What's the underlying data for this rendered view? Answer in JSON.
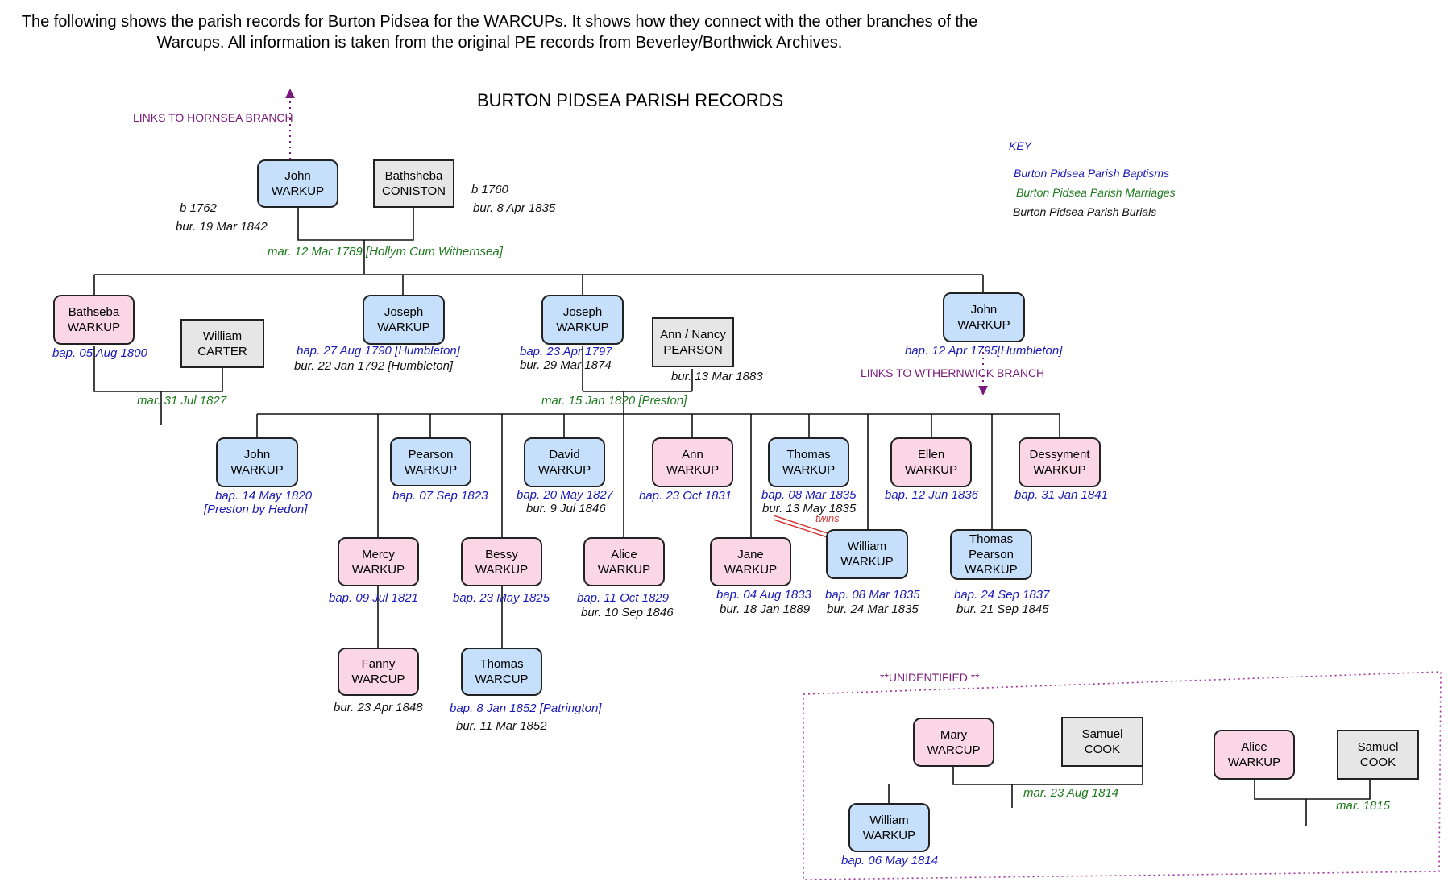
{
  "intro": {
    "line1": "The following shows the parish records for Burton Pidsea for the WARCUPs. It shows how they connect with the other branches of the",
    "line2": "Warcups. All information is taken from the original PE records from Beverley/Borthwick Archives."
  },
  "title": "BURTON PIDSEA PARISH RECORDS",
  "links": {
    "hornsea": "LINKS TO HORNSEA BRANCH",
    "withernwick": "LINKS TO WTHERNWICK BRANCH",
    "unidentified": "**UNIDENTIFIED **"
  },
  "key": {
    "title": "KEY",
    "baptisms": "Burton Pidsea Parish Baptisms",
    "marriages": "Burton Pidsea Parish Marriages",
    "burials": "Burton Pidsea Parish Burials"
  },
  "colors": {
    "male": "#c6e0fb",
    "female": "#fbd7e5",
    "spouse": "#e6e6e6",
    "baptism": "#1a1ab8",
    "marriage": "#1e7a1e",
    "burial": "#111111",
    "link": "#7a1a7a",
    "twins": "#d03a3a"
  },
  "people": {
    "john_sr": {
      "first": "John",
      "last": "WARKUP",
      "sex": "male",
      "born": "b 1762",
      "buried": "bur. 19 Mar 1842"
    },
    "bathsheba_coniston": {
      "first": "Bathsheba",
      "last": "CONISTON",
      "sex": "spouse",
      "born": "b 1760",
      "buried": "bur. 8 Apr 1835"
    },
    "bathseba": {
      "first": "Bathseba",
      "last": "WARKUP",
      "sex": "female",
      "baptised": "bap. 05 Aug 1800"
    },
    "william_carter": {
      "first": "William",
      "last": "CARTER",
      "sex": "spouse"
    },
    "joseph_1790": {
      "first": "Joseph",
      "last": "WARKUP",
      "sex": "male",
      "baptised": "bap. 27 Aug 1790 [Humbleton]",
      "buried": "bur. 22 Jan 1792 [Humbleton]"
    },
    "joseph_1797": {
      "first": "Joseph",
      "last": "WARKUP",
      "sex": "male",
      "baptised": "bap. 23 Apr 1797",
      "buried": "bur. 29 Mar 1874"
    },
    "ann_pearson": {
      "first": "Ann / Nancy",
      "last": "PEARSON",
      "sex": "spouse",
      "buried": "bur. 13 Mar 1883"
    },
    "john_1795": {
      "first": "John",
      "last": "WARKUP",
      "sex": "male",
      "baptised": "bap. 12 Apr 1795[Humbleton]"
    },
    "john_1820": {
      "first": "John",
      "last": "WARKUP",
      "sex": "male",
      "baptised": "bap. 14 May 1820",
      "note": "[Preston by Hedon]"
    },
    "pearson": {
      "first": "Pearson",
      "last": "WARKUP",
      "sex": "male",
      "baptised": "bap. 07 Sep 1823"
    },
    "david": {
      "first": "David",
      "last": "WARKUP",
      "sex": "male",
      "baptised": "bap. 20 May 1827",
      "buried": "bur. 9 Jul 1846"
    },
    "ann": {
      "first": "Ann",
      "last": "WARKUP",
      "sex": "female",
      "baptised": "bap. 23 Oct 1831"
    },
    "thomas_1835": {
      "first": "Thomas",
      "last": "WARKUP",
      "sex": "male",
      "baptised": "bap. 08 Mar 1835",
      "buried": "bur. 13 May 1835"
    },
    "ellen": {
      "first": "Ellen",
      "last": "WARKUP",
      "sex": "female",
      "baptised": "bap. 12 Jun 1836"
    },
    "dessyment": {
      "first": "Dessyment",
      "last": "WARKUP",
      "sex": "female",
      "baptised": "bap. 31 Jan 1841"
    },
    "mercy": {
      "first": "Mercy",
      "last": "WARKUP",
      "sex": "female",
      "baptised": "bap. 09 Jul 1821"
    },
    "bessy": {
      "first": "Bessy",
      "last": "WARKUP",
      "sex": "female",
      "baptised": "bap. 23 May 1825"
    },
    "alice": {
      "first": "Alice",
      "last": "WARKUP",
      "sex": "female",
      "baptised": "bap. 11 Oct 1829",
      "buried": "bur. 10 Sep 1846"
    },
    "jane": {
      "first": "Jane",
      "last": "WARKUP",
      "sex": "female",
      "baptised": "bap. 04 Aug 1833",
      "buried": "bur. 18 Jan 1889"
    },
    "william": {
      "first": "William",
      "last": "WARKUP",
      "sex": "male",
      "baptised": "bap. 08 Mar 1835",
      "buried": "bur. 24 Mar 1835"
    },
    "thomas_pearson": {
      "first": "Thomas",
      "middle": "Pearson",
      "last": "WARKUP",
      "sex": "male",
      "baptised": "bap. 24 Sep 1837",
      "buried": "bur. 21 Sep 1845"
    },
    "fanny": {
      "first": "Fanny",
      "last": "WARCUP",
      "sex": "female",
      "buried": "bur. 23 Apr 1848"
    },
    "thomas_1852": {
      "first": "Thomas",
      "last": "WARCUP",
      "sex": "male",
      "baptised": "bap. 8 Jan 1852 [Patrington]",
      "buried": "bur. 11 Mar 1852"
    },
    "mary": {
      "first": "Mary",
      "last": "WARCUP",
      "sex": "female"
    },
    "samuel_cook_1": {
      "first": "Samuel",
      "last": "COOK",
      "sex": "spouse"
    },
    "william_1814": {
      "first": "William",
      "last": "WARKUP",
      "sex": "male",
      "baptised": "bap. 06 May 1814"
    },
    "alice_warkup_u": {
      "first": "Alice",
      "last": "WARKUP",
      "sex": "female"
    },
    "samuel_cook_2": {
      "first": "Samuel",
      "last": "COOK",
      "sex": "spouse"
    }
  },
  "marriages": {
    "m1789": "mar. 12 Mar 1789 [Hollym Cum Withernsea]",
    "m1827": "mar. 31 Jul 1827",
    "m1820": "mar. 15 Jan 1820 [Preston]",
    "m1814": "mar. 23 Aug 1814",
    "m1815": "mar. 1815"
  },
  "twins_label": "twins"
}
